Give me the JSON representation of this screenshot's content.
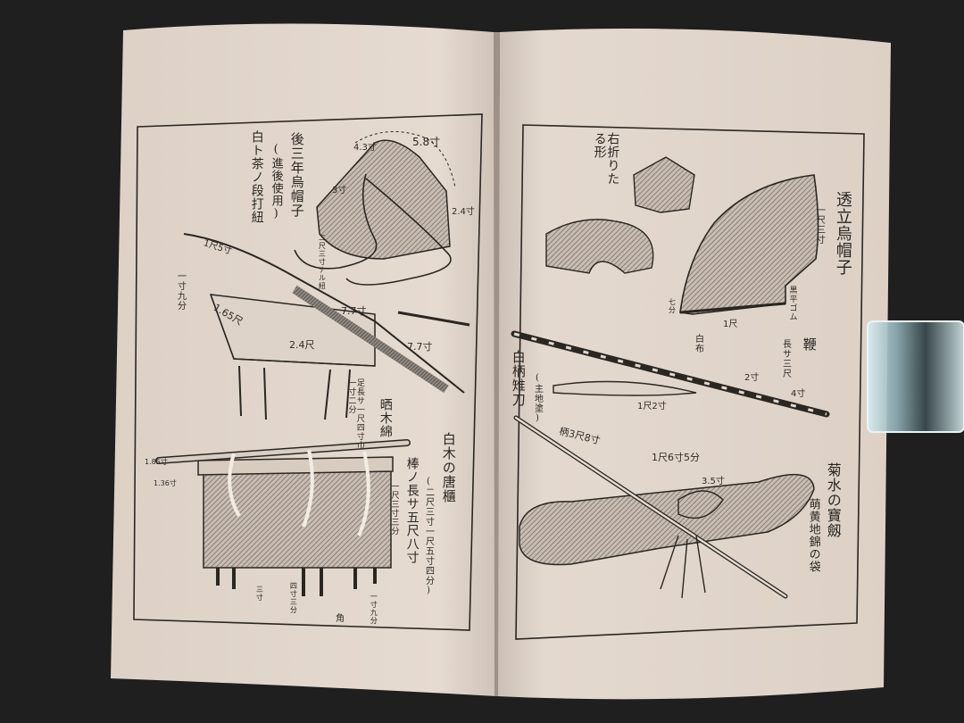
{
  "left_page": {
    "eboshi": {
      "title": "後三年烏帽子",
      "note": "(進後使用)",
      "cord": "白ト茶ノ段打紐",
      "dim_top": "5.8寸",
      "dim_side": "4.3寸",
      "dim_left": "3寸",
      "dim_right": "2.4寸",
      "dim_cord": "二尺三寸ナル紐"
    },
    "stand": {
      "dim_height": "一寸九分",
      "dim_depth": "1.65尺",
      "dim_width": "2.4尺",
      "leg_note": "足長サ一尺四寸巾一寸二分",
      "sword_dim": "1尺5寸",
      "dim_a": "7.7寸",
      "dim_b": "7.7寸"
    },
    "karabitsu": {
      "wood_label": "晒木綿",
      "title": "白木の唐櫃",
      "size": "(二尺三寸一尺五寸四分)",
      "pole_note": "棒ノ長サ五尺八寸",
      "dim_left_a": "1.85寸",
      "dim_left_b": "1.36寸",
      "dim_right": "一尺三寸三分",
      "dim_foot_a": "三寸",
      "dim_foot_b": "四寸三分",
      "dim_foot_c": "角",
      "dim_foot_d": "一寸九分"
    }
  },
  "right_page": {
    "fold": {
      "label": "右折りたる形"
    },
    "hat": {
      "title": "透立烏帽子",
      "height": "一尺三寸",
      "edge": "黒平ゴム",
      "width": "1尺",
      "left_dim": "七分",
      "base": "白布"
    },
    "whip": {
      "title": "鞭",
      "length": "長サ三尺",
      "dim_a": "2寸",
      "dim_b": "4寸",
      "dim_c": "1尺2寸"
    },
    "sword": {
      "title": "白柄雉刀",
      "note": "(主地塗)",
      "handle": "柄3尺8寸",
      "length": "1尺6寸5分",
      "tassel": "3.5寸"
    },
    "bag": {
      "title": "菊水の寶劔",
      "note": "萌黄地錦の袋"
    }
  },
  "colors": {
    "background": "#1e1f1e",
    "paper": "#e4d8ce",
    "ink": "#2a2622",
    "clip": "#a9c3c9"
  }
}
